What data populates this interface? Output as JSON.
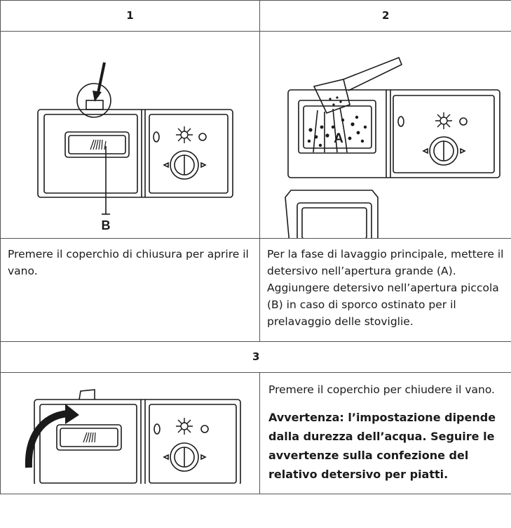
{
  "headers": {
    "step1": "1",
    "step2": "2",
    "step3": "3"
  },
  "figures": {
    "label_a": "A",
    "label_b": "B"
  },
  "text": {
    "step1": "Premere il coperchio di chiusura per aprire il vano.",
    "step2": "Per la fase di lavaggio principale, mettere il detersivo nell’apertura grande (A). Aggiungere detersivo nell’apertura piccola (B) in caso di sporco ostinato per il prelavaggio delle stoviglie.",
    "step3": "Premere il coperchio per chiudere il vano.",
    "warning": "Avvertenza: l’impostazione dipende dalla durezza dell’acqua. Seguire le avvertenze sulla confezione del relativo detersivo per piatti."
  }
}
